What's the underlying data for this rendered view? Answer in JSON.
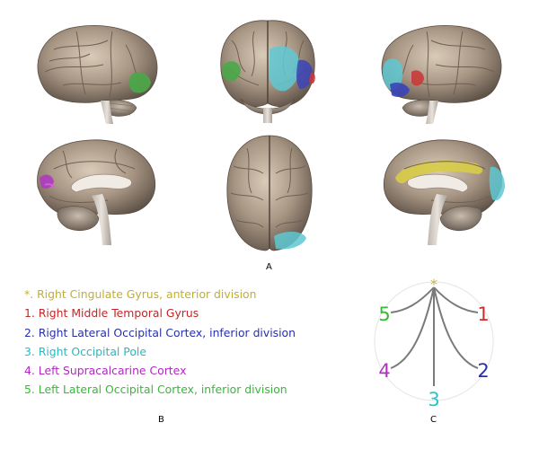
{
  "panels": {
    "a_label": "A",
    "b_label": "B",
    "c_label": "C"
  },
  "legend": [
    {
      "text": "*. Right Cingulate Gyrus, anterior division",
      "color": "#c0b030"
    },
    {
      "text": "1. Right Middle Temporal Gyrus",
      "color": "#c02828"
    },
    {
      "text": "2. Right Lateral Occipital Cortex, inferior division",
      "color": "#2830a8"
    },
    {
      "text": "3. Right Occipital Pole",
      "color": "#28b8c0"
    },
    {
      "text": "4. Left Supracalcarine Cortex",
      "color": "#b028c0"
    },
    {
      "text": "5. Left Lateral Occipital Cortex, inferior division",
      "color": "#38b838"
    }
  ],
  "tree": {
    "root": "*",
    "n1": "1",
    "n2": "2",
    "n3": "3",
    "n4": "4",
    "n5": "5"
  },
  "brain_views": [
    "left-lateral",
    "posterior",
    "right-lateral",
    "left-medial",
    "superior",
    "right-medial"
  ]
}
